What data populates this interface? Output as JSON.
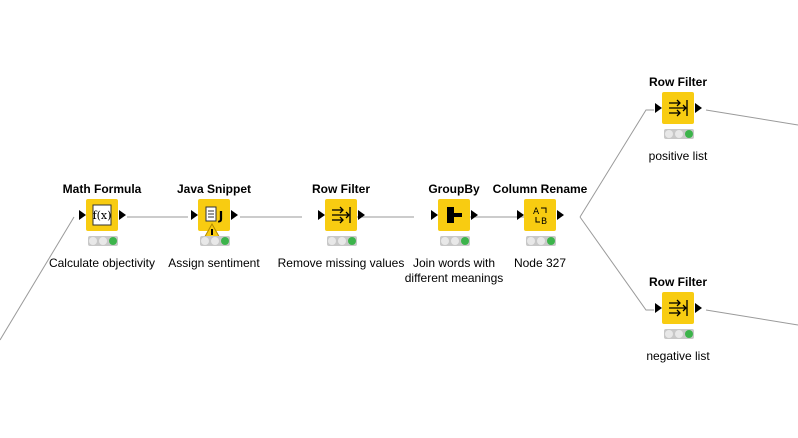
{
  "nodes": [
    {
      "id": "math-formula",
      "title": "Math Formula",
      "label": "Calculate objectivity",
      "icon": "function-icon",
      "status": "executed"
    },
    {
      "id": "java-snippet",
      "title": "Java Snippet",
      "label": "Assign sentiment",
      "icon": "java-icon",
      "status": "executed",
      "warning": true
    },
    {
      "id": "row-filter-1",
      "title": "Row Filter",
      "label": "Remove missing values",
      "icon": "row-filter-icon",
      "status": "executed"
    },
    {
      "id": "groupby",
      "title": "GroupBy",
      "label": "Join words with\ndifferent meanings",
      "icon": "groupby-icon",
      "status": "executed"
    },
    {
      "id": "column-rename",
      "title": "Column Rename",
      "label": "Node 327",
      "icon": "column-rename-icon",
      "status": "executed"
    },
    {
      "id": "row-filter-positive",
      "title": "Row Filter",
      "label": "positive list",
      "icon": "row-filter-icon",
      "status": "executed"
    },
    {
      "id": "row-filter-negative",
      "title": "Row Filter",
      "label": "negative list",
      "icon": "row-filter-icon",
      "status": "executed"
    }
  ],
  "colors": {
    "node": "#f8cc11",
    "executed": "#3cb44b",
    "off": "#e8e8e8",
    "warning": "#f8cc11"
  }
}
